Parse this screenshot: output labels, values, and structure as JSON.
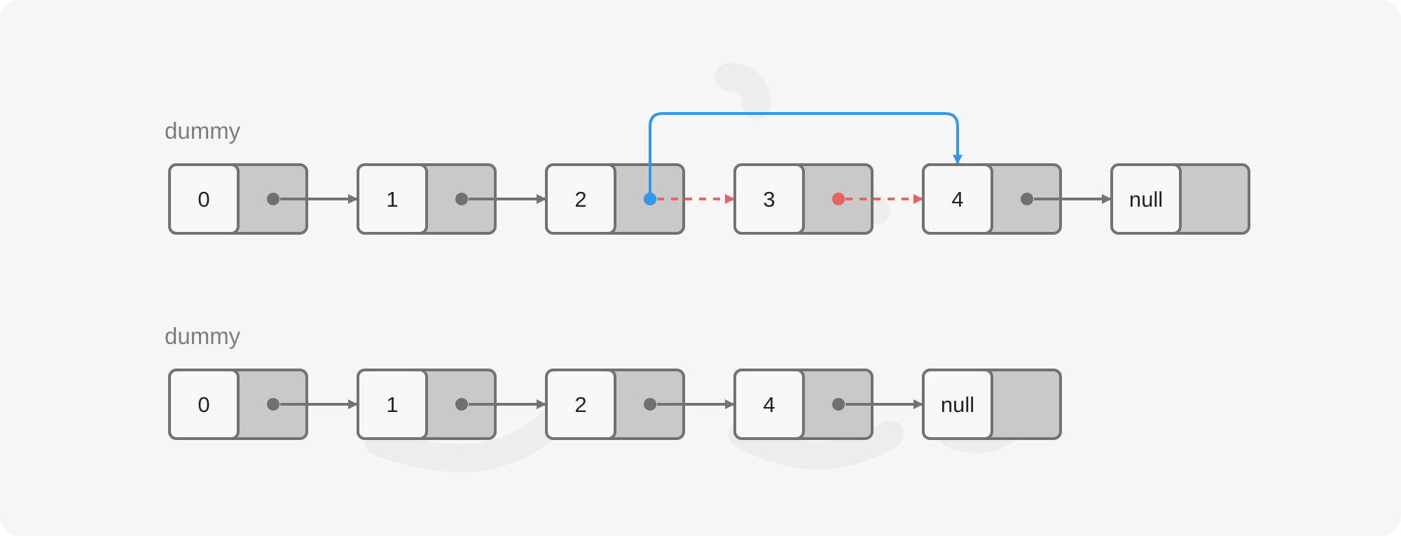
{
  "colors": {
    "background": "#f6f6f6",
    "node_value_fill": "#f8f8f8",
    "node_pointer_fill": "#c9c9c9",
    "node_border": "#727272",
    "pointer_dot": "#707070",
    "arrow_gray": "#737373",
    "arrow_red": "#e76262",
    "arrow_blue": "#3498ea"
  },
  "diagrams": [
    {
      "label": "dummy",
      "nodes": [
        "0",
        "1",
        "2",
        "3",
        "4",
        "null"
      ],
      "arrows": [
        {
          "from": 0,
          "to": 1,
          "style": "gray"
        },
        {
          "from": 1,
          "to": 2,
          "style": "gray"
        },
        {
          "from": 2,
          "to": 3,
          "style": "red-dashed"
        },
        {
          "from": 3,
          "to": 4,
          "style": "red-dashed"
        },
        {
          "from": 4,
          "to": 5,
          "style": "gray"
        },
        {
          "from": 2,
          "to": 4,
          "style": "blue-bypass"
        }
      ]
    },
    {
      "label": "dummy",
      "nodes": [
        "0",
        "1",
        "2",
        "4",
        "null"
      ],
      "arrows": [
        {
          "from": 0,
          "to": 1,
          "style": "gray"
        },
        {
          "from": 1,
          "to": 2,
          "style": "gray"
        },
        {
          "from": 2,
          "to": 3,
          "style": "gray"
        },
        {
          "from": 3,
          "to": 4,
          "style": "gray"
        }
      ]
    }
  ]
}
